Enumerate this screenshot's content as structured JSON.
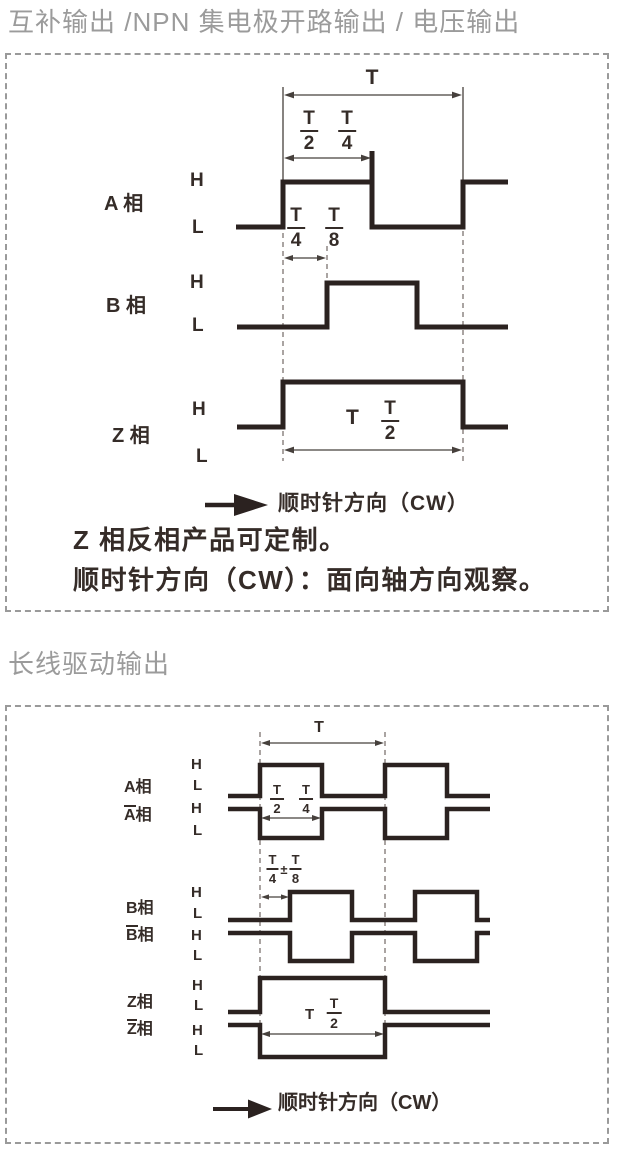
{
  "colors": {
    "ink": "#2b2220",
    "gray_title": "#9b9b9b",
    "dashed_border": "#9a9a9a"
  },
  "section1": {
    "title": "互补输出 /NPN 集电极开路输出 / 电压输出",
    "dims": {
      "T": "T",
      "t2": {
        "num": "T",
        "den": "2"
      },
      "t4": {
        "num": "T",
        "den": "4"
      },
      "t4b": {
        "num": "T",
        "den": "4"
      },
      "t8": {
        "num": "T",
        "den": "8"
      },
      "zT": "T",
      "zt2": {
        "num": "T",
        "den": "2"
      }
    },
    "phases": {
      "a": {
        "label": "A 相",
        "h": "H",
        "l": "L"
      },
      "b": {
        "label": "B 相",
        "h": "H",
        "l": "L"
      },
      "z": {
        "label": "Z 相",
        "h": "H",
        "l": "L"
      }
    },
    "cw_label": "顺时针方向（CW）",
    "notes": [
      "Z 相反相产品可定制。",
      "顺时针方向（CW）：面向轴方向观察。"
    ]
  },
  "section2": {
    "title": "长线驱动输出",
    "dims": {
      "T": "T",
      "t2": {
        "num": "T",
        "den": "2"
      },
      "t4": {
        "num": "T",
        "den": "4"
      },
      "shift": {
        "t4": {
          "num": "T",
          "den": "4"
        },
        "pm": "±",
        "t8": {
          "num": "T",
          "den": "8"
        }
      },
      "zT": "T",
      "zt2": {
        "num": "T",
        "den": "2"
      }
    },
    "pairs": {
      "a": {
        "main": "A相",
        "inv_letter": "A",
        "suffix": "相",
        "levels": [
          "H",
          "L",
          "H",
          "L"
        ]
      },
      "b": {
        "main": "B相",
        "inv_letter": "B",
        "suffix": "相",
        "levels": [
          "H",
          "L",
          "H",
          "L"
        ]
      },
      "z": {
        "main": "Z相",
        "inv_letter": "Z",
        "suffix": "相",
        "levels": [
          "H",
          "L",
          "H",
          "L"
        ]
      }
    },
    "cw_label": "顺时针方向（CW）"
  }
}
